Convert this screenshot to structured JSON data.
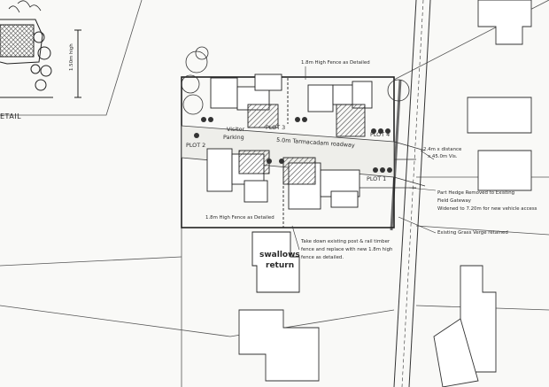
{
  "labels": {
    "detail": "ETAIL",
    "height_note": "1.50m high",
    "fence_top": "1.8m High Fence as Detailed",
    "visitor_parking_1": "Visitor",
    "visitor_parking_2": "Parking",
    "roadway": "5.0m Tarmacadam roadway",
    "plot_1": "PLOT 1",
    "plot_2": "PLOT 2",
    "plot_3": "PLOT 3",
    "plot_4": "PLOT 4",
    "visibility_1": "2.4m x distance",
    "visibility_2": "x 45.0m Vis.",
    "hedge_1": "Part Hedge Removed to Existing",
    "hedge_2": "Field Gateway",
    "hedge_3": "Widened to 7.20m for new vehicle access",
    "verge": "Existing Grass Verge retained",
    "fence_bottom": "1.8m High Fence as Detailed",
    "takedown_1": "Take down existing post & rail timber",
    "takedown_2": "fence and replace with new 1.8m high",
    "takedown_3": "fence as detailed.",
    "house_name_1": "swallows",
    "house_name_2": "return"
  }
}
